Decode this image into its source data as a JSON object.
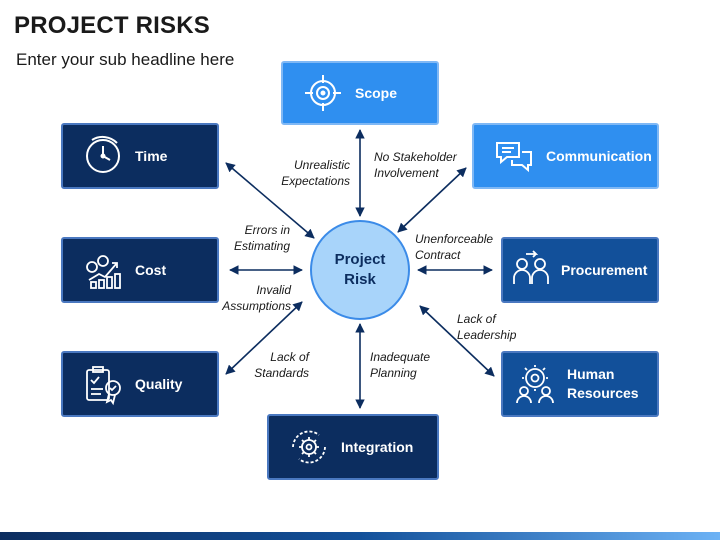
{
  "header": {
    "title": "PROJECT RISKS",
    "subtitle": "Enter your sub headline here"
  },
  "center": {
    "line1": "Project",
    "line2": "Risk"
  },
  "boxes": {
    "scope": {
      "label": "Scope",
      "icon": "target-icon"
    },
    "time": {
      "label": "Time",
      "icon": "clock-icon"
    },
    "communication": {
      "label": "Communication",
      "icon": "chat-bubbles-icon"
    },
    "cost": {
      "label": "Cost",
      "icon": "money-growth-icon"
    },
    "procurement": {
      "label": "Procurement",
      "icon": "purchasing-people-icon"
    },
    "quality": {
      "label": "Quality",
      "icon": "quality-checklist-icon"
    },
    "human_resources": {
      "line1": "Human",
      "line2": "Resources",
      "icon": "team-gear-icon"
    },
    "integration": {
      "label": "Integration",
      "icon": "gear-cycle-icon"
    }
  },
  "notes": {
    "unrealistic": {
      "line1": "Unrealistic",
      "line2": "Expectations"
    },
    "stakeholder": {
      "line1": "No Stakeholder",
      "line2": "Involvement"
    },
    "errors": {
      "line1": "Errors in",
      "line2": "Estimating"
    },
    "contract": {
      "line1": "Unenforceable",
      "line2": "Contract"
    },
    "invalid": {
      "line1": "Invalid",
      "line2": "Assumptions"
    },
    "leadership": {
      "line1": "Lack of",
      "line2": "Leadership"
    },
    "standards": {
      "line1": "Lack of",
      "line2": "Standards"
    },
    "planning": {
      "line1": "Inadequate",
      "line2": "Planning"
    }
  },
  "colors": {
    "navy": "#0c2d5f",
    "mid_blue": "#12509a",
    "light_blue": "#2f8ff0",
    "center_fill": "#a8d4fa"
  }
}
